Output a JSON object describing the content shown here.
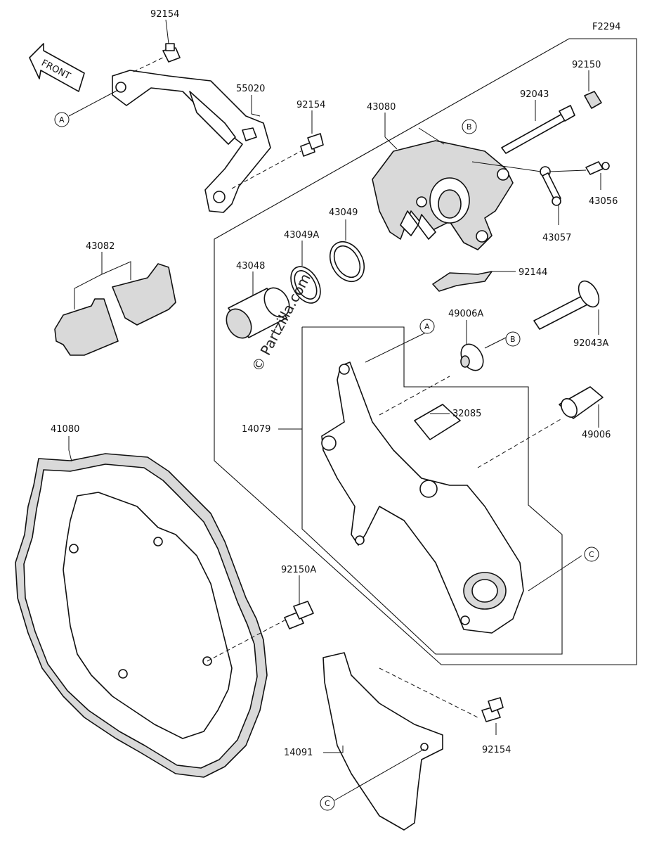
{
  "diagram": {
    "code": "F2294",
    "front_label": "FRONT",
    "watermark": "© Partzilla.com",
    "parts": {
      "p92154_top": "92154",
      "p55020": "55020",
      "p92154_mid": "92154",
      "p43080": "43080",
      "p92150": "92150",
      "p92043": "92043",
      "p43056": "43056",
      "p43057": "43057",
      "p43082": "43082",
      "p43049": "43049",
      "p43049A": "43049A",
      "p43048": "43048",
      "p92144": "92144",
      "p49006A": "49006A",
      "p92043A": "92043A",
      "p32085": "32085",
      "p14079": "14079",
      "p49006": "49006",
      "p41080": "41080",
      "p92150A": "92150A",
      "p14091": "14091",
      "p92154_bot": "92154"
    },
    "refs": {
      "a1": "A",
      "a2": "A",
      "b1": "B",
      "b2": "B",
      "c1": "C",
      "c2": "C"
    }
  }
}
